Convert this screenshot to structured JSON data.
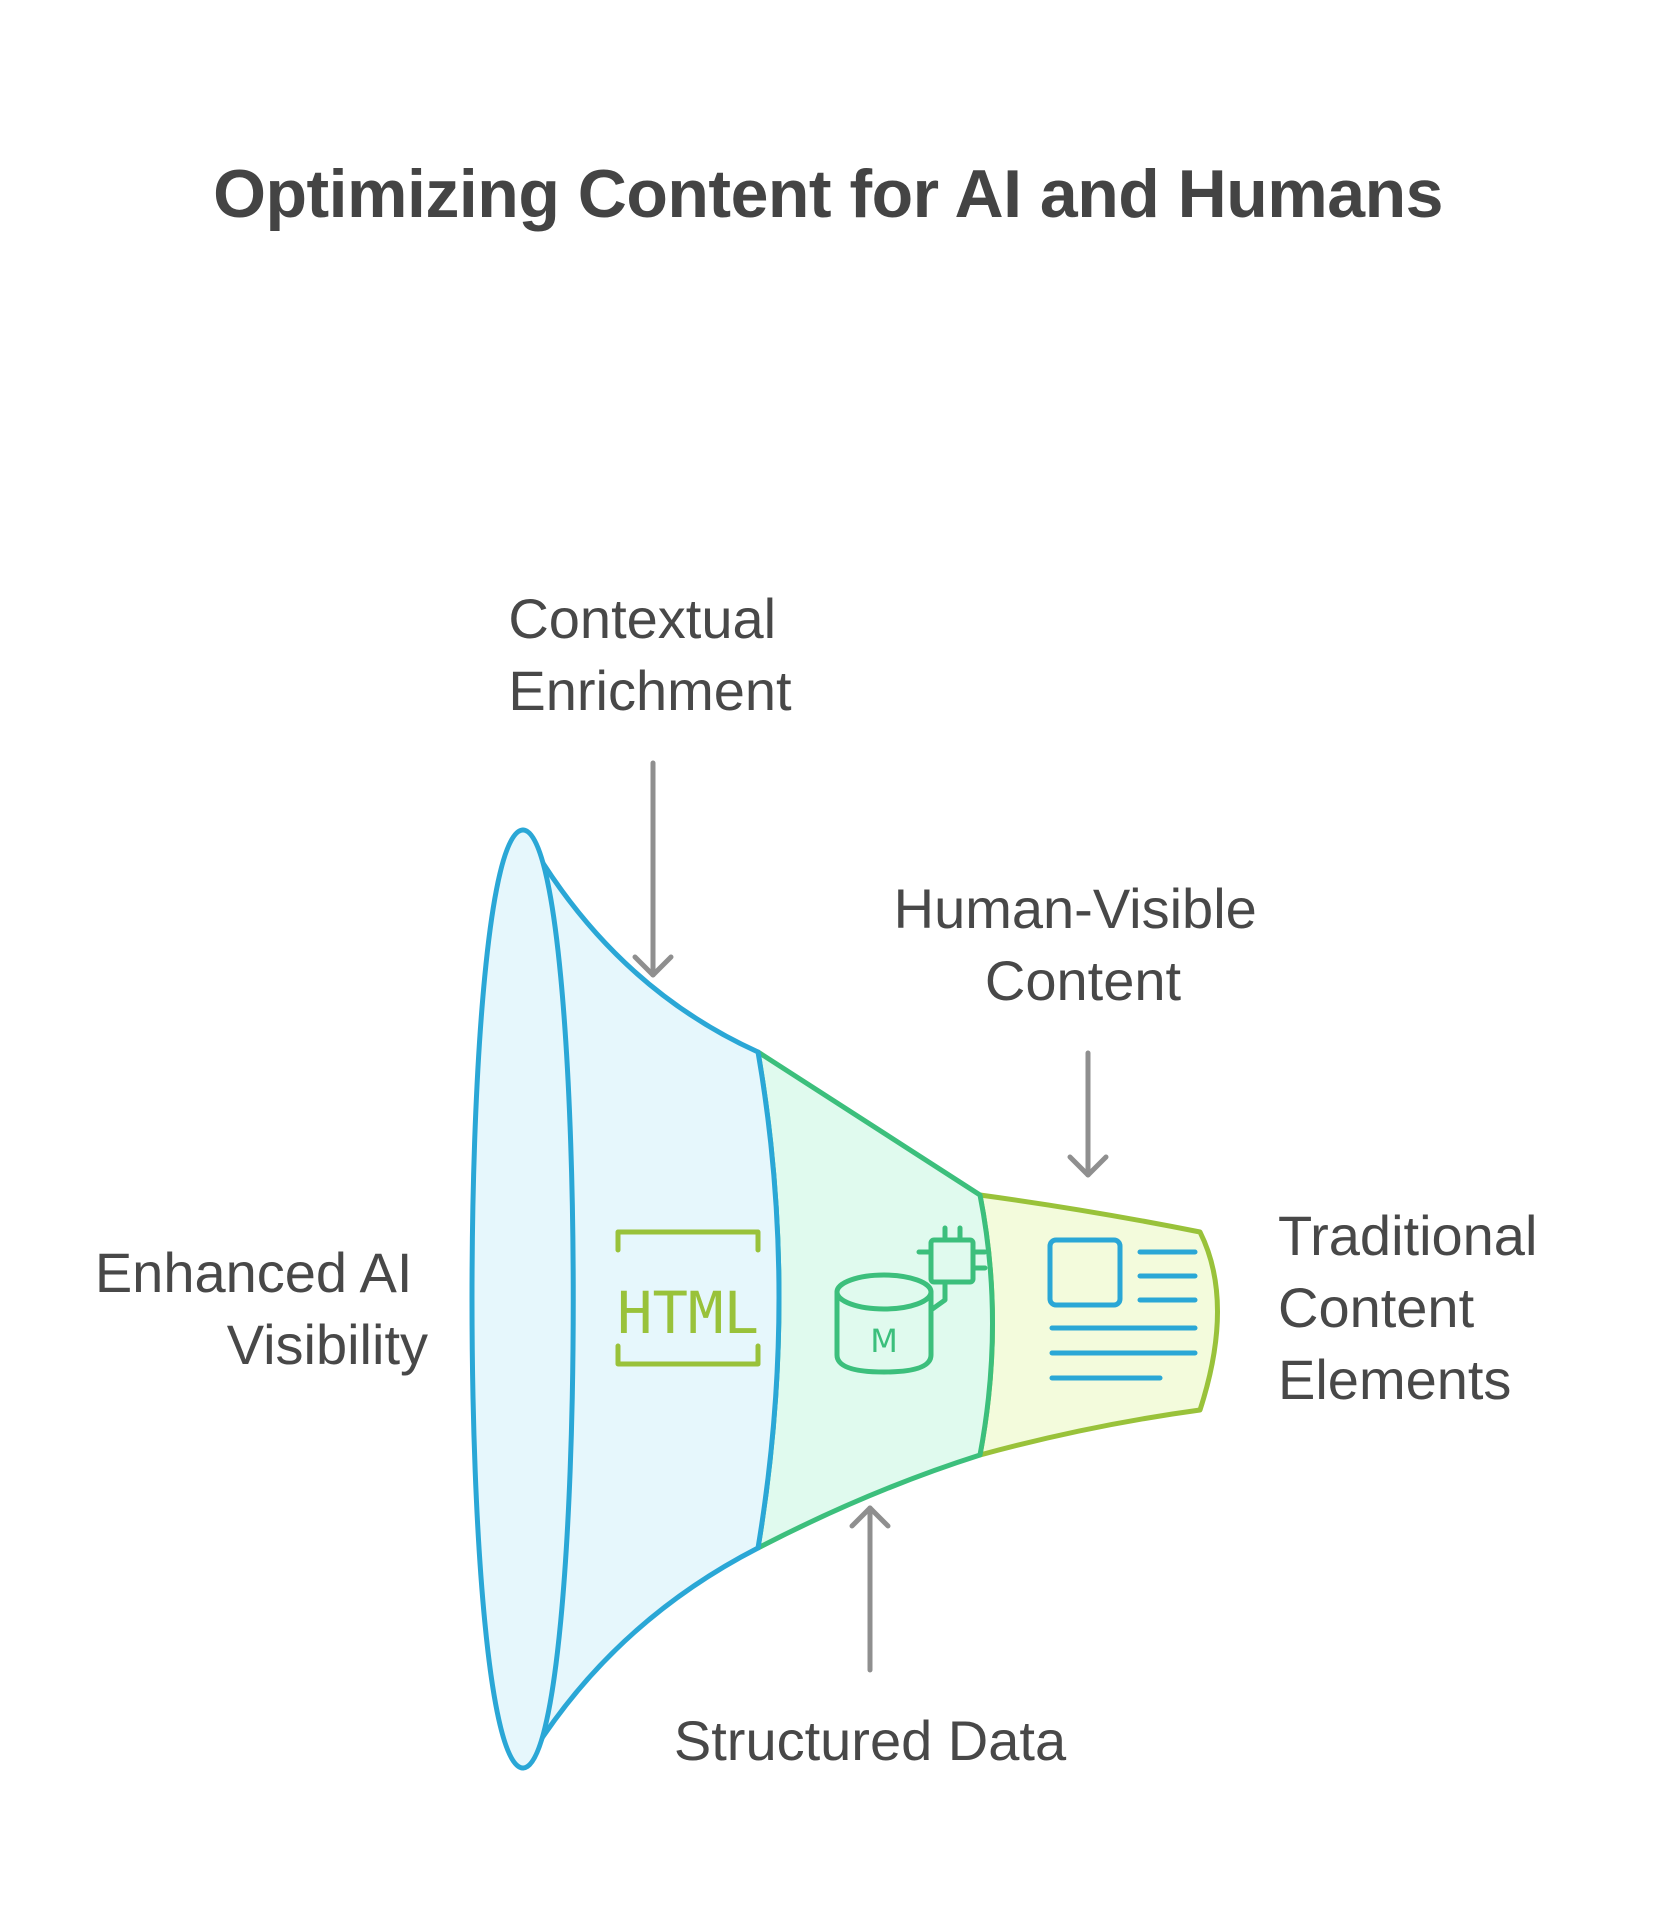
{
  "title": "Optimizing Content for AI and Humans",
  "labels": {
    "enhanced_ai_visibility": [
      "Enhanced AI",
      "Visibility"
    ],
    "contextual_enrichment": [
      "Contextual",
      "Enrichment"
    ],
    "human_visible_content": [
      "Human-Visible",
      "Content"
    ],
    "traditional_content_elements": [
      "Traditional",
      "Content",
      "Elements"
    ],
    "structured_data": "Structured Data"
  },
  "icons": {
    "html_icon_text": "HTML",
    "database_icon_text": "M"
  },
  "colors": {
    "blue_stroke": "#2aa7d6",
    "blue_fill": "#e6f7fc",
    "green_stroke": "#3cbf7c",
    "green_fill": "#e0faee",
    "lime_stroke": "#99c23a",
    "lime_fill": "#f3fbdc",
    "arrow": "#8f8f8f",
    "text": "#484848"
  }
}
